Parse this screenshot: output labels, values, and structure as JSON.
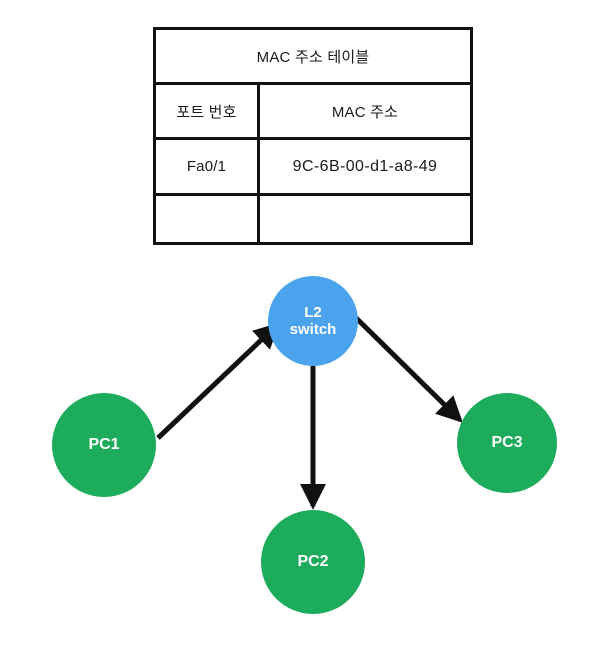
{
  "table": {
    "title": "MAC 주소 테이블",
    "columns": [
      "포트 번호",
      "MAC 주소"
    ],
    "rows": [
      {
        "port": "Fa0/1",
        "mac": "9C-6B-00-d1-a8-49"
      },
      {
        "port": "",
        "mac": ""
      }
    ]
  },
  "diagram": {
    "nodes": [
      {
        "id": "switch",
        "label_line1": "L2",
        "label_line2": "switch",
        "color": "#4aa3ec",
        "shape": "circle"
      },
      {
        "id": "pc1",
        "label": "PC1",
        "color": "#1cac5c",
        "shape": "circle"
      },
      {
        "id": "pc2",
        "label": "PC2",
        "color": "#1cac5c",
        "shape": "circle"
      },
      {
        "id": "pc3",
        "label": "PC3",
        "color": "#1cac5c",
        "shape": "circle"
      }
    ],
    "edges": [
      {
        "from": "pc1",
        "to": "switch",
        "direction": "to-switch",
        "style": "arrow"
      },
      {
        "from": "switch",
        "to": "pc2",
        "direction": "to-pc2",
        "style": "arrow"
      },
      {
        "from": "switch",
        "to": "pc3",
        "direction": "to-pc3",
        "style": "arrow"
      }
    ],
    "edge_color": "#111111"
  },
  "colors": {
    "background": "#ffffff",
    "border": "#111111",
    "switch_fill": "#4aa3ec",
    "pc_fill": "#1cac5c",
    "text": "#1a1a1a",
    "node_text": "#ffffff"
  }
}
